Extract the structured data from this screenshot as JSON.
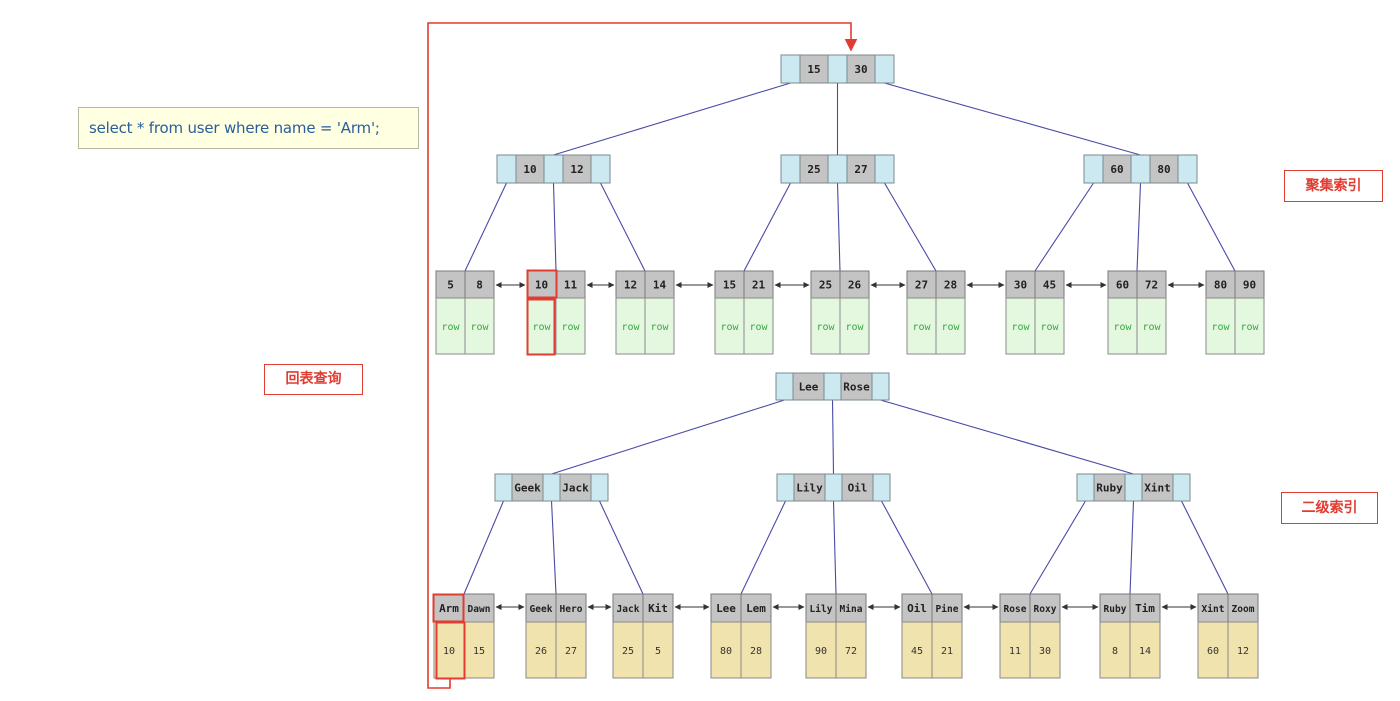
{
  "query": "select * from user where name = 'Arm';",
  "labels": {
    "clustered_index": "聚集索引",
    "secondary_index": "二级索引",
    "lookup": "回表查询"
  },
  "colors": {
    "link_line": "#4a4aa8",
    "highlight": "#e03c31",
    "pointer_cell": "#cce9f2",
    "key_cell": "#c4c4c4",
    "row_cell": "#e4f8e0",
    "row_text": "#3aa641",
    "value_cell": "#f1e3ad"
  },
  "clustered": {
    "root": [
      "15",
      "30"
    ],
    "internal": [
      [
        "10",
        "12"
      ],
      [
        "25",
        "27"
      ],
      [
        "60",
        "80"
      ]
    ],
    "leaves": [
      {
        "keys": [
          "5",
          "8"
        ],
        "rows": [
          "row",
          "row"
        ]
      },
      {
        "keys": [
          "10",
          "11"
        ],
        "rows": [
          "row",
          "row"
        ]
      },
      {
        "keys": [
          "12",
          "14"
        ],
        "rows": [
          "row",
          "row"
        ]
      },
      {
        "keys": [
          "15",
          "21"
        ],
        "rows": [
          "row",
          "row"
        ]
      },
      {
        "keys": [
          "25",
          "26"
        ],
        "rows": [
          "row",
          "row"
        ]
      },
      {
        "keys": [
          "27",
          "28"
        ],
        "rows": [
          "row",
          "row"
        ]
      },
      {
        "keys": [
          "30",
          "45"
        ],
        "rows": [
          "row",
          "row"
        ]
      },
      {
        "keys": [
          "60",
          "72"
        ],
        "rows": [
          "row",
          "row"
        ]
      },
      {
        "keys": [
          "80",
          "90"
        ],
        "rows": [
          "row",
          "row"
        ]
      }
    ]
  },
  "secondary": {
    "root": [
      "Lee",
      "Rose"
    ],
    "internal": [
      [
        "Geek",
        "Jack"
      ],
      [
        "Lily",
        "Oil"
      ],
      [
        "Ruby",
        "Xint"
      ]
    ],
    "leaves": [
      {
        "keys": [
          "Arm",
          "Dawn"
        ],
        "ids": [
          "10",
          "15"
        ]
      },
      {
        "keys": [
          "Geek",
          "Hero"
        ],
        "ids": [
          "26",
          "27"
        ]
      },
      {
        "keys": [
          "Jack",
          "Kit"
        ],
        "ids": [
          "25",
          "5"
        ]
      },
      {
        "keys": [
          "Lee",
          "Lem"
        ],
        "ids": [
          "80",
          "28"
        ]
      },
      {
        "keys": [
          "Lily",
          "Mina"
        ],
        "ids": [
          "90",
          "72"
        ]
      },
      {
        "keys": [
          "Oil",
          "Pine"
        ],
        "ids": [
          "45",
          "21"
        ]
      },
      {
        "keys": [
          "Rose",
          "Roxy"
        ],
        "ids": [
          "11",
          "30"
        ]
      },
      {
        "keys": [
          "Ruby",
          "Tim"
        ],
        "ids": [
          "8",
          "14"
        ]
      },
      {
        "keys": [
          "Xint",
          "Zoom"
        ],
        "ids": [
          "60",
          "12"
        ]
      }
    ]
  }
}
